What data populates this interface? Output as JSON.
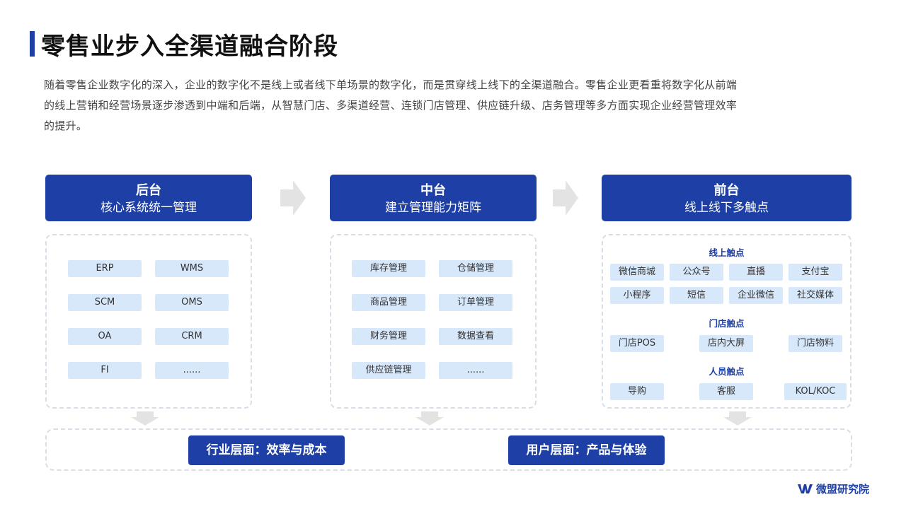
{
  "title": "零售业步入全渠道融合阶段",
  "intro_lines": [
    "随着零售企业数字化的深入，企业的数字化不是线上或者线下单场景的数字化，而是贯穿线上线下的全渠道融合。零售企业更看重将数字化从前端",
    "的线上营销和经营场景逐步渗透到中端和后端，从智慧门店、多渠道经营、连锁门店管理、供应链升级、店务管理等多方面实现企业经营管理效率",
    "的提升。"
  ],
  "columns": {
    "backend": {
      "title": "后台",
      "subtitle": "核心系统统一管理",
      "items": [
        "ERP",
        "WMS",
        "SCM",
        "OMS",
        "OA",
        "CRM",
        "FI",
        "......"
      ]
    },
    "middle": {
      "title": "中台",
      "subtitle": "建立管理能力矩阵",
      "items": [
        "库存管理",
        "仓储管理",
        "商品管理",
        "订单管理",
        "财务管理",
        "数据查看",
        "供应链管理",
        "......"
      ]
    },
    "front": {
      "title": "前台",
      "subtitle": "线上线下多触点",
      "groups": [
        {
          "label": "线上触点",
          "items": [
            "微信商城",
            "公众号",
            "直播",
            "支付宝",
            "小程序",
            "短信",
            "企业微信",
            "社交媒体"
          ]
        },
        {
          "label": "门店触点",
          "items": [
            "门店POS",
            "店内大屏",
            "门店物料"
          ]
        },
        {
          "label": "人员触点",
          "items": [
            "导购",
            "客服",
            "KOL/KOC"
          ]
        }
      ]
    }
  },
  "outcomes": [
    "行业层面：效率与成本",
    "用户层面：产品与体验"
  ],
  "brand": {
    "mark": "W.",
    "name": "微盟研究院"
  },
  "colors": {
    "primary": "#1e3fa6",
    "chip": "#d8e8fb",
    "arrow": "#e3e3e3"
  }
}
